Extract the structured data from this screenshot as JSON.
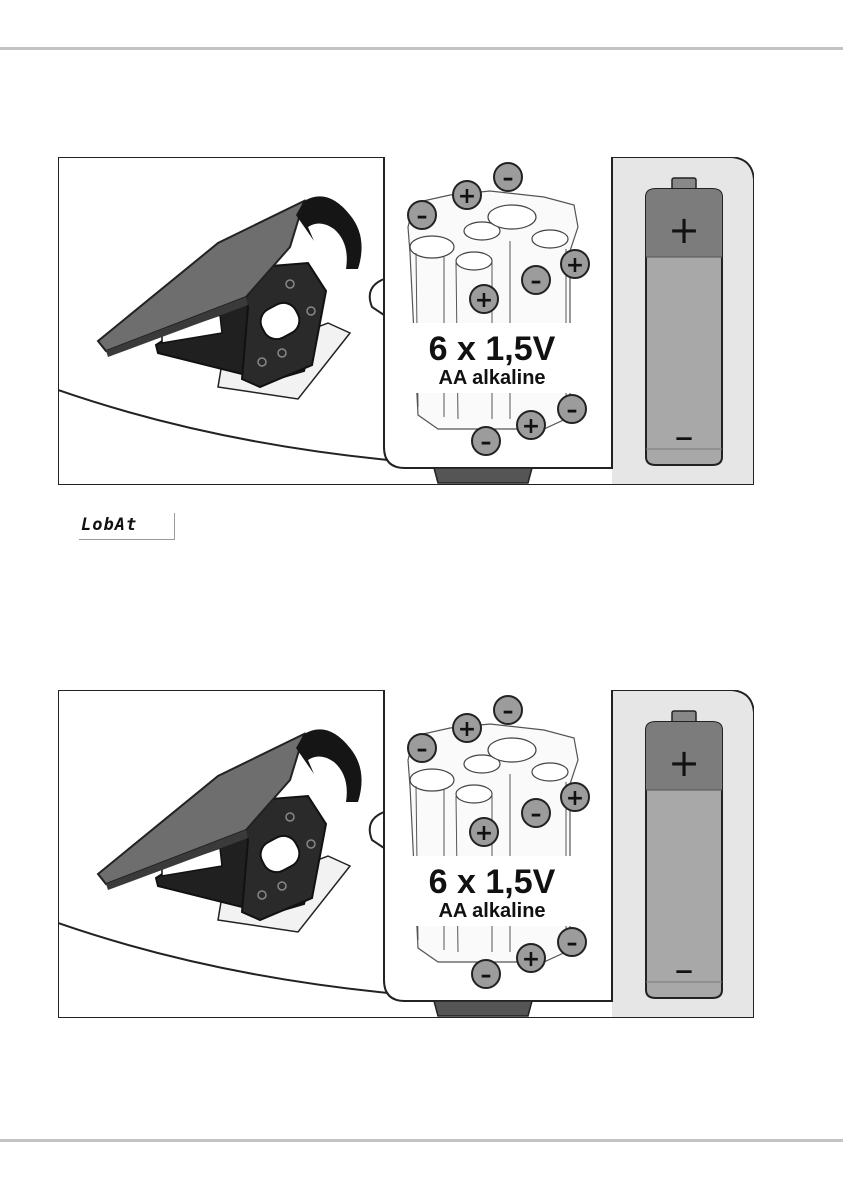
{
  "figure_1": {
    "spec_main": "6 x 1,5V",
    "spec_type": "AA alkaline",
    "battery_plus": "+",
    "battery_minus": "–",
    "plus_sign": "+",
    "minus_sign": "–"
  },
  "lcd_display": "LobAt",
  "figure_2": {
    "spec_main": "6 x 1,5V",
    "spec_type": "AA alkaline",
    "battery_plus": "+",
    "battery_minus": "–",
    "plus_sign": "+",
    "minus_sign": "–"
  },
  "footer_text": "",
  "colors": {
    "rule": "#c4c4c4",
    "battery_top": "#7c7c7c",
    "battery_body": "#a8a8a8",
    "marker_fill": "#9c9c9c",
    "outline": "#222222"
  }
}
